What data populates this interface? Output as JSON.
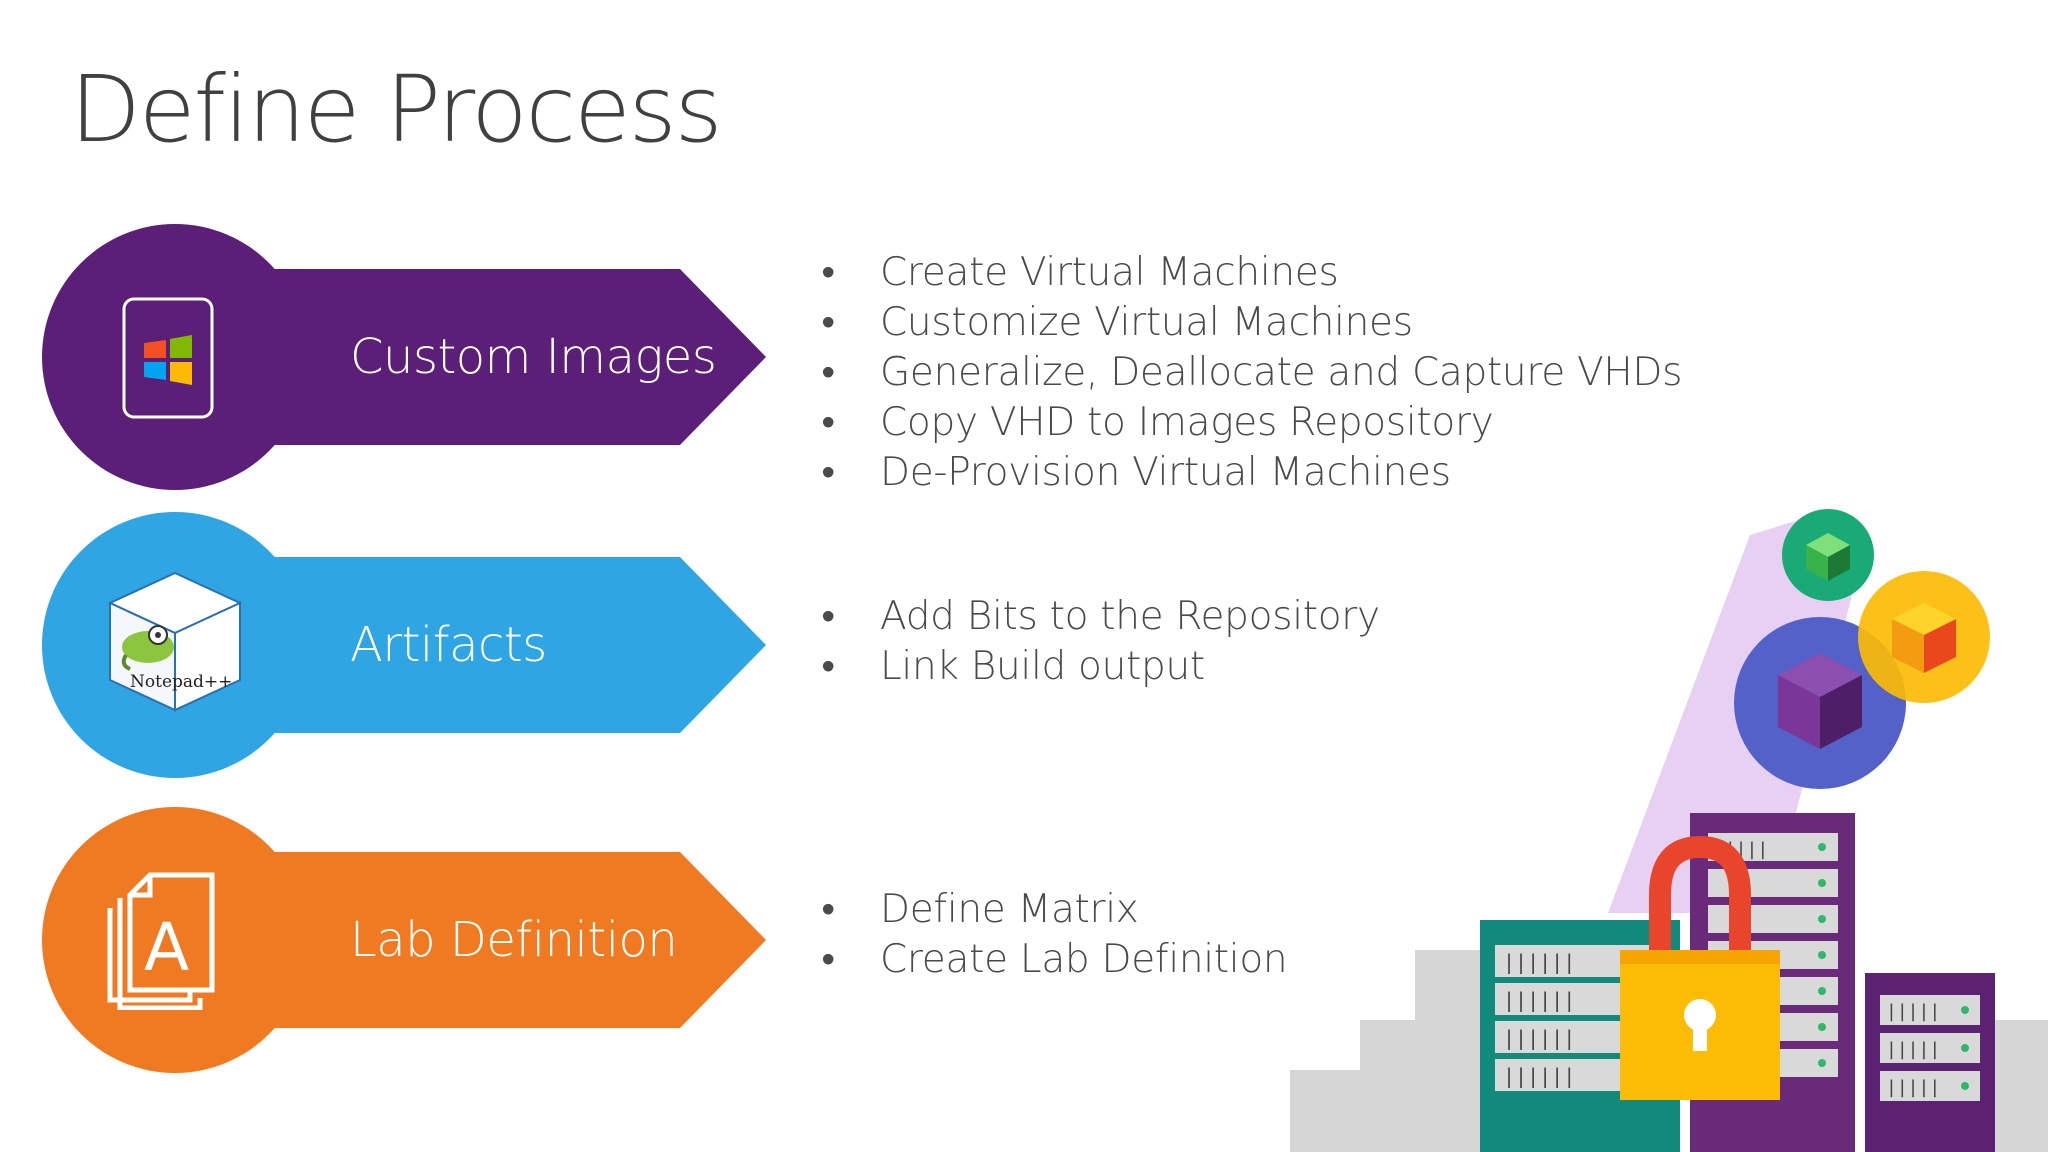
{
  "title": "Define Process",
  "colors": {
    "custom_images": "#5b1f77",
    "artifacts": "#2fa5e4",
    "lab_definition": "#f07a21",
    "text": "#404040"
  },
  "steps": [
    {
      "label": "Custom Images",
      "icon": "windows-logo-icon",
      "bullets": [
        "Create Virtual Machines",
        "Customize Virtual Machines",
        "Generalize, Deallocate and Capture VHDs",
        "Copy VHD to Images Repository",
        "De-Provision Virtual Machines"
      ]
    },
    {
      "label": "Artifacts",
      "icon": "notepad-plus-plus-package-icon",
      "icon_text": "Notepad++",
      "bullets": [
        "Add Bits to the Repository",
        "Link Build output"
      ]
    },
    {
      "label": "Lab Definition",
      "icon": "document-template-icon",
      "icon_text": "A",
      "bullets": [
        "Define Matrix",
        "Create Lab Definition"
      ]
    }
  ],
  "bullet_glyph": "•",
  "illustration": "secure-datacenter-illustration"
}
